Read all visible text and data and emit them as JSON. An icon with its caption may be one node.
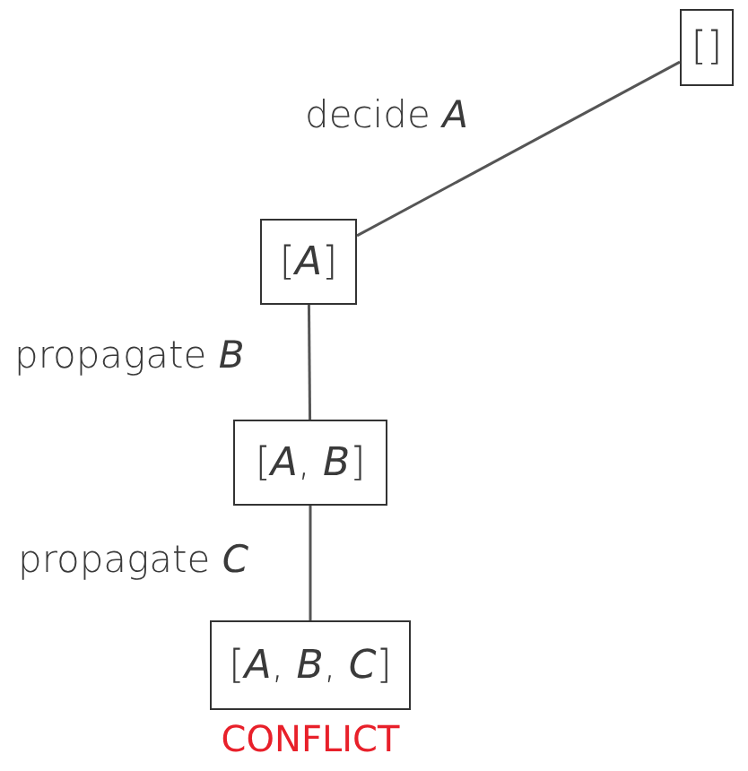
{
  "diagram": {
    "nodes": [
      {
        "text": [
          "[]"
        ]
      },
      {
        "text": [
          "[*A*]"
        ]
      },
      {
        "text": [
          "[*A*, *B*]"
        ]
      },
      {
        "text": [
          "[*A*, *B*, *C*]"
        ],
        "beside": [
          "CONFLICT"
        ]
      }
    ],
    "edges": [
      {
        "from": 0,
        "to": 1,
        "arrow": "none",
        "label": "decide *A*"
      },
      {
        "from": 1,
        "to": 2,
        "arrow": "none",
        "label": "propagate *B*"
      },
      {
        "from": 2,
        "to": 3,
        "arrow": "none",
        "label": "propagate *C*"
      }
    ]
  }
}
